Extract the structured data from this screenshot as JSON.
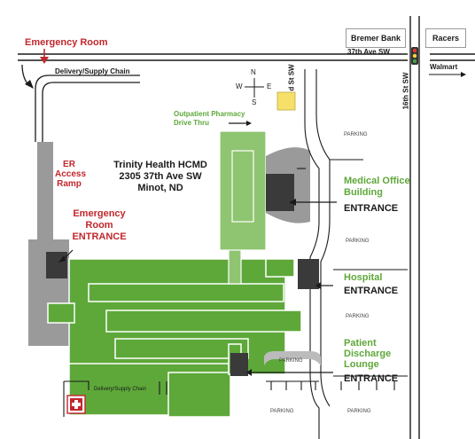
{
  "labels": {
    "emergency_room_top": "Emergency Room",
    "delivery_supply_top": "Delivery/Supply Chain",
    "er_access_ramp": [
      "ER",
      "Access",
      "Ramp"
    ],
    "emergency_room_entrance": [
      "Emergency",
      "Room",
      "ENTRANCE"
    ],
    "facility_name": "Trinity Health HCMD",
    "facility_address": "2305 37th Ave SW",
    "facility_city": "Minot, ND",
    "outpatient_pharmacy": [
      "Outpatient Pharmacy",
      "Drive Thru"
    ],
    "medical_office": [
      "Medical Office",
      "Building"
    ],
    "hospital": "Hospital",
    "patient_discharge": [
      "Patient",
      "Discharge",
      "Lounge"
    ],
    "entrance": "ENTRANCE",
    "parking": "PARKING",
    "delivery_supply_bottom": "Delivery/Supply Chain"
  },
  "streets": {
    "avenue_37th": "37th Ave SW",
    "street_16th": "16th St SW",
    "street_partial": "d St SW"
  },
  "businesses": {
    "bremer_bank": "Bremer Bank",
    "racers": "Racers",
    "walmart": "Walmart"
  },
  "compass": {
    "n": "N",
    "s": "S",
    "e": "E",
    "w": "W"
  },
  "colors": {
    "building": "#5ea83a",
    "pharmacy": "#8fc470",
    "road_gray": "#9a9a9a",
    "entrance_dark": "#3a3a3a",
    "red_label": "#c1272d",
    "green_label": "#5ea83a",
    "marker_yellow": "#f7e06a"
  }
}
